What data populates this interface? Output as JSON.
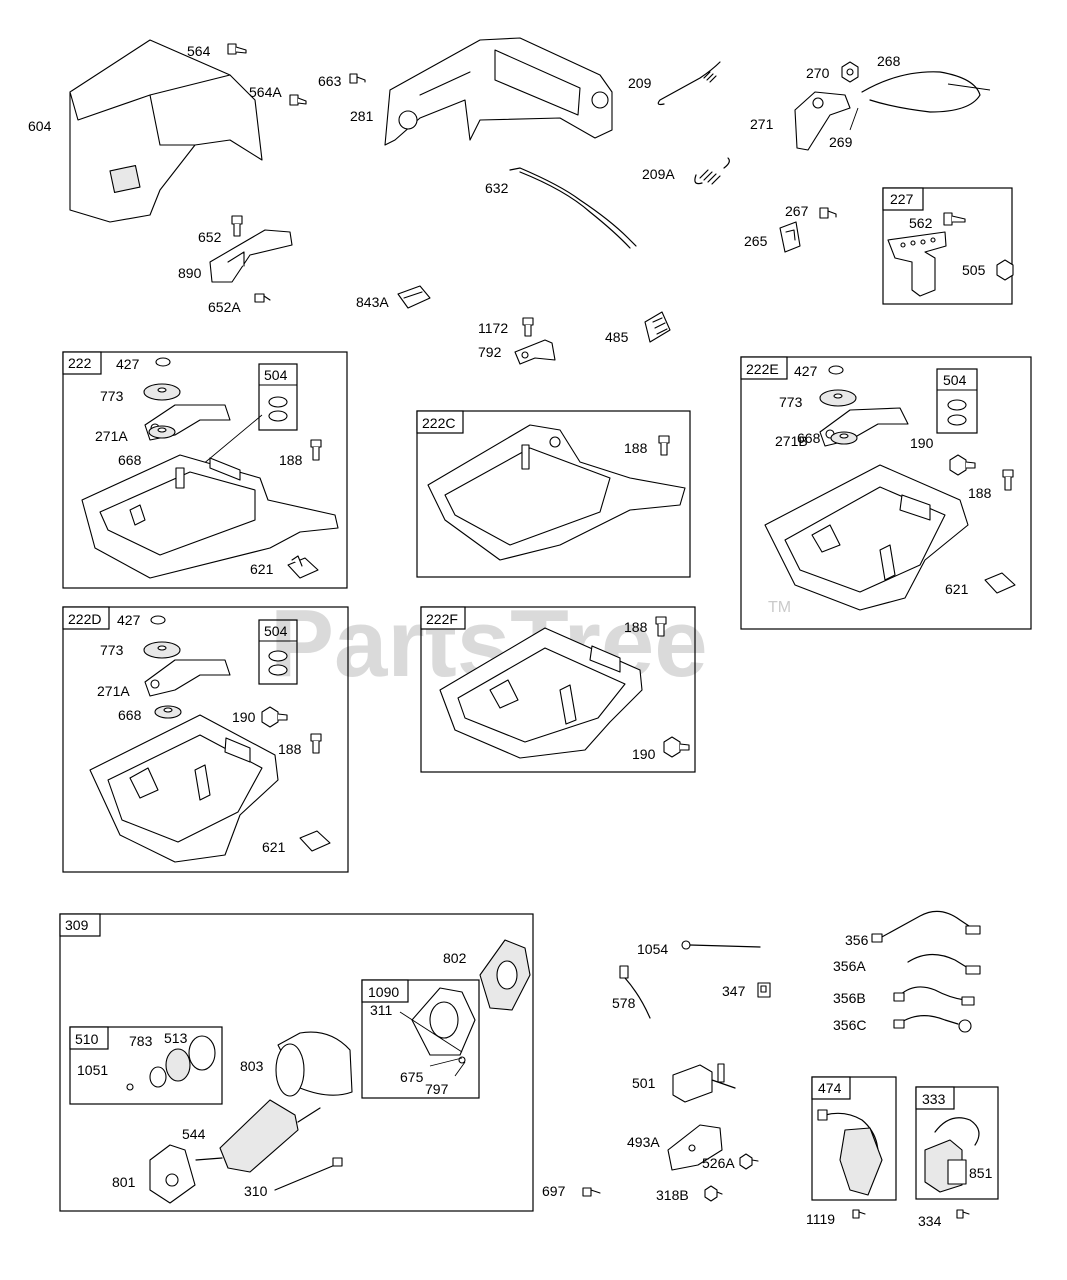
{
  "watermark": {
    "text": "PartsTree",
    "tm": "TM"
  },
  "boxes": {
    "b222": "222",
    "b504a": "504",
    "b222c": "222C",
    "b222e": "222E",
    "b504e": "504",
    "b222d": "222D",
    "b504d": "504",
    "b222f": "222F",
    "b227": "227",
    "b309": "309",
    "b1090": "1090",
    "b510": "510",
    "b474": "474",
    "b333": "333"
  },
  "labels": {
    "p604": "604",
    "p564": "564",
    "p564a": "564A",
    "p663": "663",
    "p281": "281",
    "p209": "209",
    "p270": "270",
    "p268": "268",
    "p271": "271",
    "p269": "269",
    "p632": "632",
    "p209a": "209A",
    "p267": "267",
    "p265": "265",
    "p562": "562",
    "p505": "505",
    "p652": "652",
    "p890": "890",
    "p652a": "652A",
    "p843a": "843A",
    "p1172": "1172",
    "p792": "792",
    "p485": "485",
    "p427a": "427",
    "p773a": "773",
    "p271a_a": "271A",
    "p668a": "668",
    "p188a": "188",
    "p621a": "621",
    "p188c": "188",
    "p427e": "427",
    "p773e": "773",
    "p271b": "271B",
    "p668e": "668",
    "p190e": "190",
    "p188e": "188",
    "p621e": "621",
    "p427d": "427",
    "p773d": "773",
    "p271a_d": "271A",
    "p668d": "668",
    "p190d": "190",
    "p188d": "188",
    "p621d": "621",
    "p188f": "188",
    "p190f": "190",
    "p802": "802",
    "p311": "311",
    "p675": "675",
    "p797": "797",
    "p783": "783",
    "p513": "513",
    "p1051": "1051",
    "p803": "803",
    "p544": "544",
    "p801": "801",
    "p310": "310",
    "p1054": "1054",
    "p578": "578",
    "p347": "347",
    "p501": "501",
    "p493a": "493A",
    "p526a": "526A",
    "p697": "697",
    "p318b": "318B",
    "p356": "356",
    "p356a": "356A",
    "p356b": "356B",
    "p356c": "356C",
    "p1119": "1119",
    "p851": "851",
    "p334": "334"
  }
}
